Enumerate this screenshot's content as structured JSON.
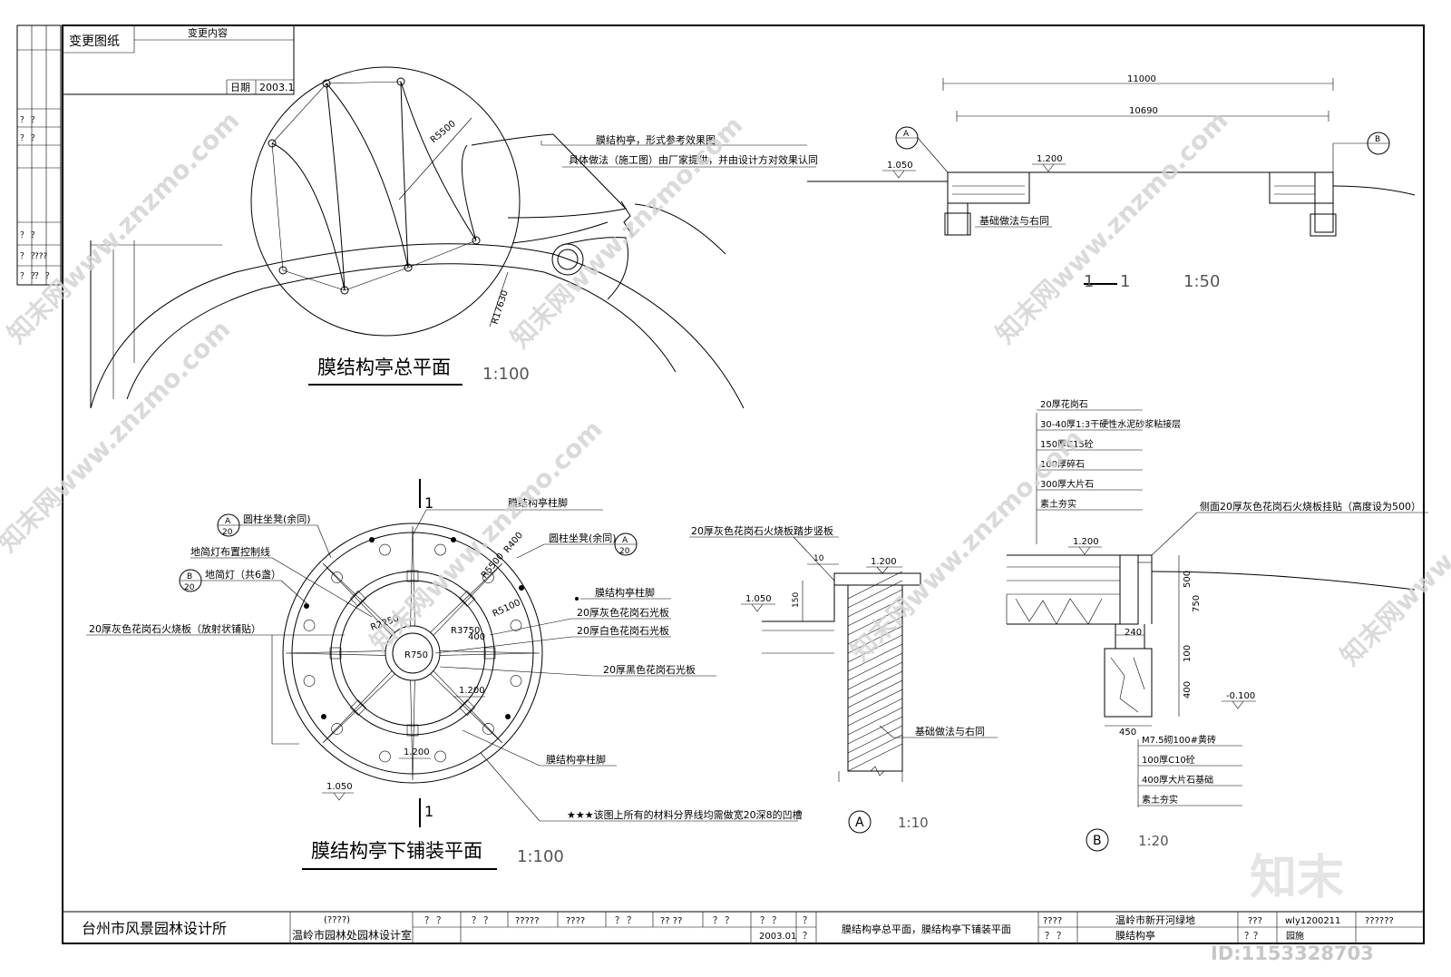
{
  "title_block": {
    "change_drawing": "变更图纸",
    "change_content": "变更内容",
    "date_label": "日期",
    "date_value": "2003.1",
    "company": "台州市风景园林设计所",
    "sub_code": "(????)",
    "sub_office": "温岭市园林处园林设计室",
    "placeholders": [
      "？ ？",
      "？ ？",
      "?????",
      "????",
      "？ ？",
      "?? ??",
      "？ ？",
      "？ ？",
      "？"
    ],
    "date2": "2003.01",
    "q": "？",
    "drawing_name": "膜结构亭总平面，膜结构亭下铺装平面",
    "project_code": "????",
    "project_name": "温岭市新开河绿地",
    "sub_q": "？ ？",
    "sub_project": "膜结构亭",
    "no_label": "???",
    "no_value": "wly1200211",
    "ref_value": "??????",
    "bottom_left": "？？",
    "bottom_mid": "园施",
    "side_marks": [
      "？ ？",
      "？ ？",
      "？ ？",
      "？ ？",
      "？ ？",
      "???",
      "？ ？"
    ]
  },
  "plan1": {
    "title": "膜结构亭总平面",
    "scale": "1:100",
    "r1": "R5500",
    "r2": "R17630",
    "note1": "膜结构亭，形式参考效果图",
    "note2": "具体做法（施工图）由厂家提供，并由设计方对效果认同"
  },
  "section11": {
    "dim1": "11000",
    "dim2": "10690",
    "elev_left": "1.050",
    "elev_mid": "1.200",
    "mark_a": "A",
    "mark_b": "B",
    "foundation": "基础做法与右同",
    "title_num": "1",
    "scale": "1:50"
  },
  "plan2": {
    "title": "膜结构亭下铺装平面",
    "scale": "1:100",
    "cut_label": "1",
    "labels": {
      "column_foot_top": "膜结构亭柱脚",
      "seat_left": "圆柱坐凳(余同)",
      "lamp_line": "地简灯布置控制线",
      "lamp": "地简灯（共6盏）",
      "granite_left": "20厚灰色花岗石火烧板（放射状铺贴）",
      "seat_right": "圆柱坐凳(余同)",
      "column_foot_mid": "膜结构亭柱脚",
      "grey_polish": "20厚灰色花岗石光板",
      "white_polish": "20厚白色花岗石光板",
      "black_polish": "20厚黑色花岗石光板",
      "column_foot_bot": "膜结构亭柱脚",
      "note": "★★★该图上所有的材料分界线均需做宽20深8的凹槽"
    },
    "mark_a_top": "A",
    "mark_a_bot": "20",
    "mark_b_top": "B",
    "mark_b_bot": "20",
    "mark_a2_top": "A",
    "mark_a2_bot": "20",
    "radii": [
      "R5500",
      "R5100",
      "R400",
      "R3750",
      "R2250",
      "R750",
      "400"
    ],
    "elev_center": "1.200",
    "elev_ring": "1.200",
    "elev_out": "1.050"
  },
  "detailA": {
    "label": "20厚灰色花岗石火烧板踏步竖板",
    "dim10": "10",
    "dim150": "150",
    "elev_top": "1.200",
    "elev_low": "1.050",
    "foundation": "基础做法与右同",
    "circle": "A",
    "scale": "1:10"
  },
  "detailB": {
    "layers": [
      "20厚花岗石",
      "30-40厚1:3干硬性水泥砂浆粘接层",
      "150厚C15砼",
      "100厚碎石",
      "300厚大片石",
      "素土夯实"
    ],
    "side": "侧面20厚灰色花岗石火烧板挂贴（高度设为500）",
    "elev_top": "1.200",
    "elev_low": "-0.100",
    "dims": [
      "500",
      "750",
      "240",
      "100",
      "400",
      "450"
    ],
    "base_layers": [
      "M7.5砌100#黄砖",
      "100厚C10砼",
      "400厚大片石基础",
      "素土夯实"
    ],
    "circle": "B",
    "scale": "1:20"
  },
  "watermark": {
    "site": "知末网www.znzmo.com",
    "brand": "知末",
    "id": "ID:1153328703"
  }
}
